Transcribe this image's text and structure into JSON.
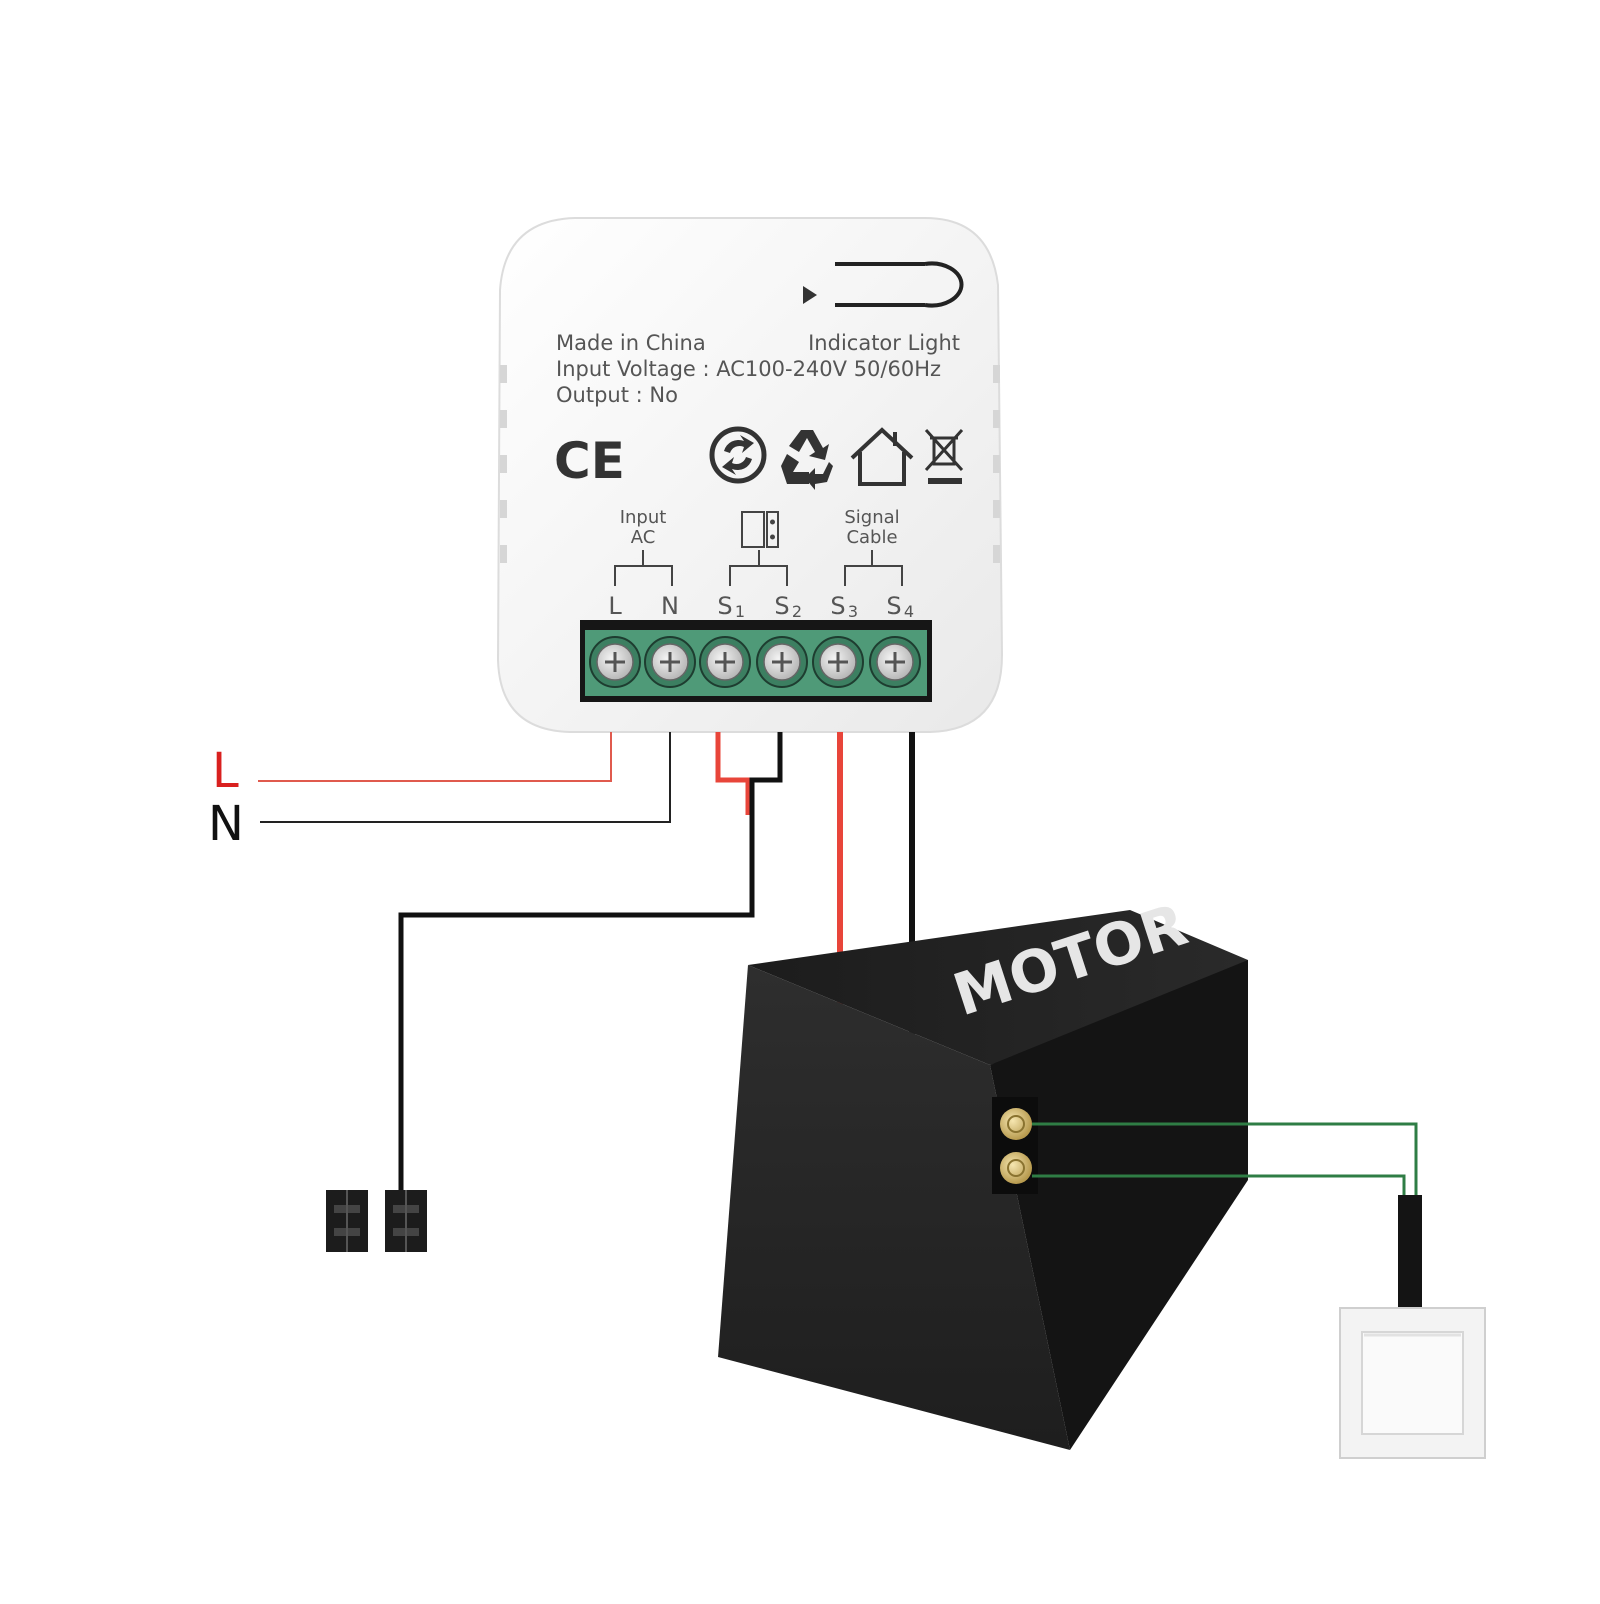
{
  "colors": {
    "live_wire": "#e8453a",
    "neutral_wire": "#1a1a1a",
    "signal_wire": "#2f7d45",
    "terminal_green": "#4f9a78",
    "motor_body": "#262626",
    "label_red": "#d9201f"
  },
  "module": {
    "made_in": "Made in China",
    "indicator": "Indicator Light",
    "input_voltage": "Input Voltage : AC100-240V 50/60Hz",
    "output": "Output :  No",
    "ce_mark": "CE",
    "icons": [
      "green-dot-icon",
      "recycle-icon",
      "house-icon",
      "weee-bin-icon"
    ],
    "groups": {
      "input_ac_line1": "Input",
      "input_ac_line2": "AC",
      "signal_line1": "Signal",
      "signal_line2": "Cable"
    },
    "terminal_labels": {
      "L": "L",
      "N": "N",
      "S1": "S",
      "S1_sub": "1",
      "S2": "S",
      "S2_sub": "2",
      "S3": "S",
      "S3_sub": "3",
      "S4": "S",
      "S4_sub": "4"
    }
  },
  "mains": {
    "live": "L",
    "neutral": "N"
  },
  "motor": {
    "label": "MOTOR"
  }
}
